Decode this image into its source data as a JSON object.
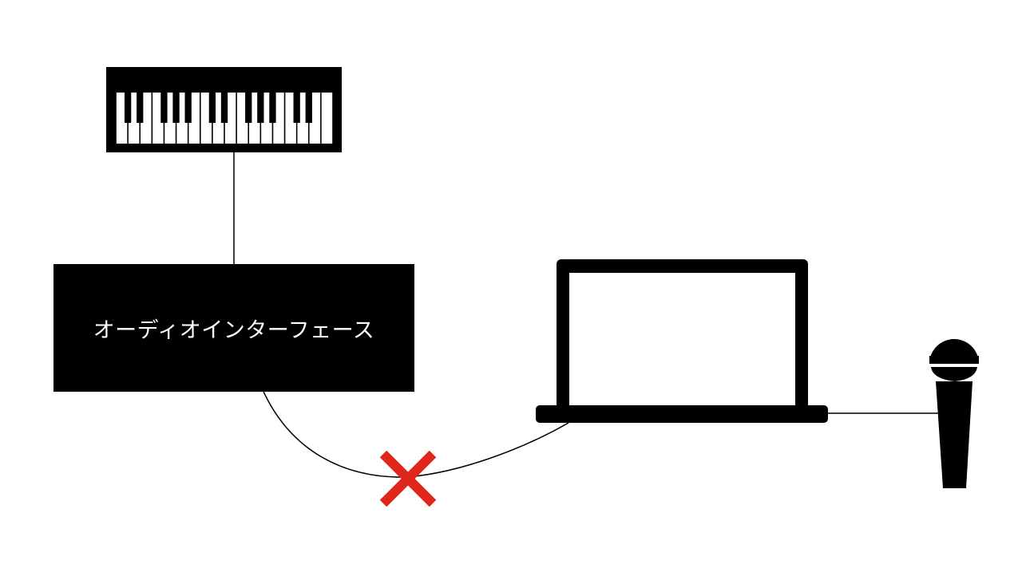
{
  "diagram": {
    "interface_label": "オーディオインターフェース",
    "disconnected_mark": "x-mark",
    "devices": [
      "keyboard-icon",
      "audio-interface",
      "laptop-icon",
      "microphone-icon"
    ],
    "colors": {
      "stroke": "#000000",
      "background": "#ffffff",
      "interface_fill": "#000000",
      "interface_text": "#ffffff",
      "x_mark": "#e0261b"
    }
  }
}
